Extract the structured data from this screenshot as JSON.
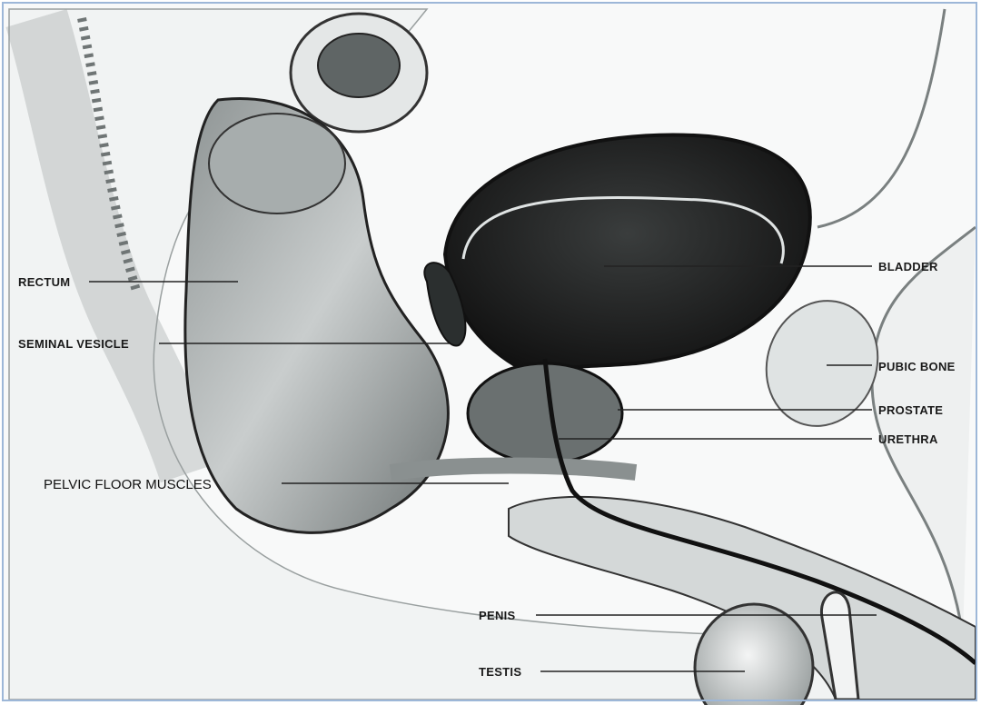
{
  "labels": {
    "rectum": "RECTUM",
    "seminal_vesicle": "SEMINAL VESICLE",
    "pelvic_floor_muscles": "PELVIC FLOOR MUSCLES",
    "bladder": "BLADDER",
    "pubic_bone": "PUBIC BONE",
    "prostate": "PROSTATE",
    "urethra": "URETHRA",
    "penis": "PENIS",
    "testis": "TESTIS"
  },
  "colors": {
    "frame": "#9db7d8",
    "bladder_interior": "#1c1c1c",
    "tissue_light": "#e9ecec",
    "tissue_mid": "#b8bdbd",
    "outline": "#222222"
  }
}
